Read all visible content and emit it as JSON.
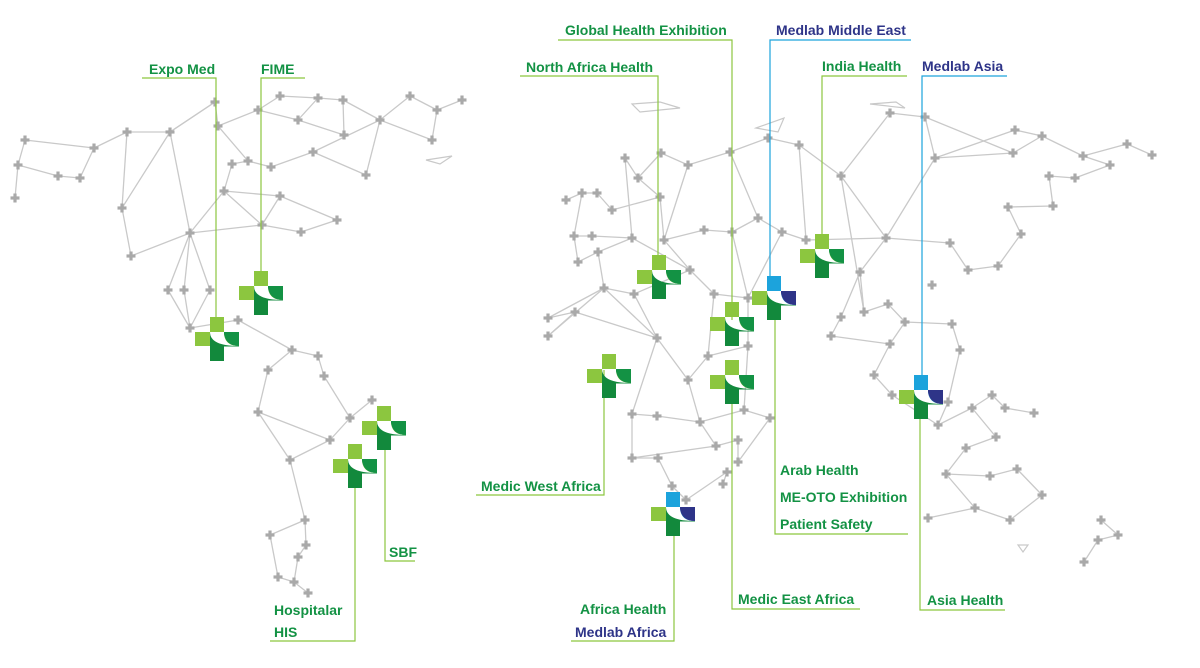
{
  "colors": {
    "green_dark": "#12893c",
    "green_mid": "#139244",
    "green_light": "#8cc63f",
    "blue_light": "#1ca3dc",
    "navy": "#2e3488",
    "network_line": "#c9c9c9",
    "network_node": "#a9a9a9"
  },
  "labels": {
    "expo_med": "Expo Med",
    "fime": "FIME",
    "global_health_exhibition": "Global Health Exhibition",
    "medlab_middle_east": "Medlab Middle East",
    "north_africa_health": "North Africa Health",
    "india_health": "India Health",
    "medlab_asia": "Medlab Asia",
    "medic_west_africa": "Medic West Africa",
    "arab_health": "Arab Health",
    "me_oto_exhibition": "ME-OTO Exhibition",
    "patient_safety": "Patient Safety",
    "sbf": "SBF",
    "hospitalar": "Hospitalar",
    "his": "HIS",
    "africa_health": "Africa Health",
    "medlab_africa": "Medlab Africa",
    "medic_east_africa": "Medic East Africa",
    "asia_health": "Asia Health"
  },
  "markers": [
    {
      "id": "mexico",
      "variant": "green"
    },
    {
      "id": "usa",
      "variant": "green"
    },
    {
      "id": "brazil-north",
      "variant": "green"
    },
    {
      "id": "brazil-south",
      "variant": "green"
    },
    {
      "id": "morocco",
      "variant": "green"
    },
    {
      "id": "nigeria",
      "variant": "green"
    },
    {
      "id": "saudi",
      "variant": "green"
    },
    {
      "id": "kenya",
      "variant": "green"
    },
    {
      "id": "uae",
      "variant": "blue"
    },
    {
      "id": "india",
      "variant": "green"
    },
    {
      "id": "south-africa",
      "variant": "blue"
    },
    {
      "id": "singapore",
      "variant": "blue"
    }
  ]
}
